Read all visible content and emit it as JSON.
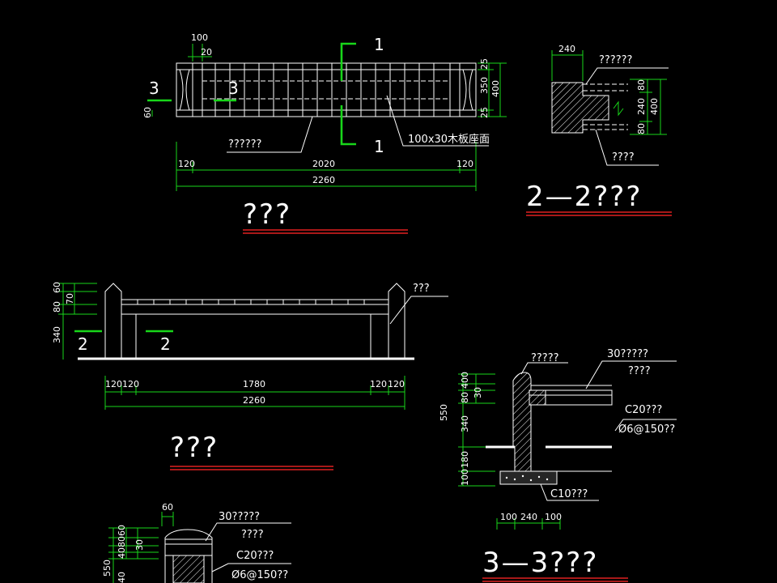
{
  "drawing": {
    "plan": {
      "title": "???",
      "dims": {
        "top1": "100",
        "top2": "20",
        "h1": "25",
        "h2": "350",
        "h3": "25",
        "total_h": "400",
        "left": "60",
        "bottom1": "120",
        "bottom2": "2020",
        "bottom3": "120",
        "overall": "2260"
      },
      "labels": {
        "note_left": "??????",
        "note_right": "100x30木板座面"
      },
      "section_marks": {
        "s1a": "1",
        "s1b": "1",
        "s3a": "3",
        "s3b": "3"
      }
    },
    "section22": {
      "title": "2—2???",
      "dims": {
        "top": "240",
        "d1": "80",
        "d2": "240",
        "d3": "80",
        "total": "400"
      },
      "labels": {
        "top_note": "??????",
        "bottom_note": "????"
      }
    },
    "elevation": {
      "title": "???",
      "dims": {
        "v1": "60",
        "v2": "80",
        "v3": "70",
        "v4": "340",
        "b1": "120",
        "b2": "120",
        "b3": "1780",
        "b4": "120",
        "b5": "120",
        "overall": "2260"
      },
      "labels": {
        "note": "???"
      },
      "section_marks": {
        "s2a": "2",
        "s2b": "2"
      }
    },
    "section33": {
      "title": "3—3???",
      "dims": {
        "v1": "400",
        "v2": "80",
        "v3": "30",
        "v4": "340",
        "v5": "550",
        "v6": "180",
        "v7": "100",
        "b1": "100",
        "b2": "240",
        "b3": "100"
      },
      "labels": {
        "n1": "?????",
        "n2": "30?????",
        "n3": "????",
        "n4": "C20???",
        "n5": "Ø6@150??",
        "n6": "C10???"
      }
    },
    "section11": {
      "dims": {
        "top": "60",
        "v1": "60",
        "v2": "80",
        "v3": "40",
        "v4": "30",
        "v5": "550",
        "v6": "40"
      },
      "labels": {
        "n1": "30?????",
        "n2": "????",
        "n3": "C20???",
        "n4": "Ø6@150??"
      }
    }
  }
}
